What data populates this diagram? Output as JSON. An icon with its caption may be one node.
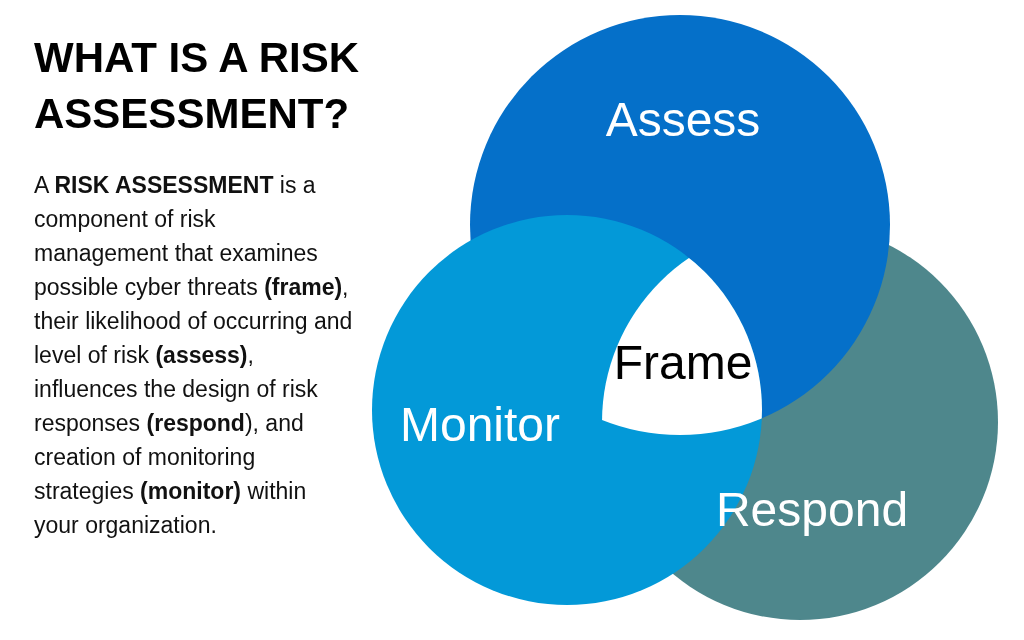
{
  "diagram": {
    "title": "WHAT IS A RISK ASSESSMENT?",
    "nodes": [
      {
        "text": [
          "Assess"
        ]
      },
      {
        "text": [
          "Monitor"
        ]
      },
      {
        "text": [
          "Respond"
        ]
      },
      {
        "text": [
          "Frame"
        ]
      }
    ],
    "labels": [
      "A **RISK ASSESSMENT** is a component of risk management that examines possible cyber threats **(frame)**, their likelihood of occurring and level of risk **(assess)**, influences the design of risk responses **(respond**), and creation of monitoring strategies **(monitor)** within your organization."
    ]
  }
}
